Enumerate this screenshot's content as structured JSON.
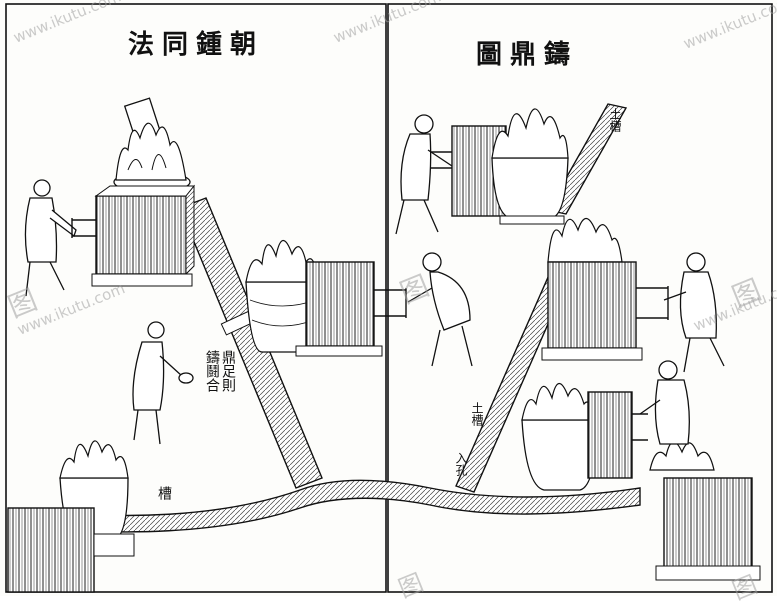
{
  "left_page": {
    "title": "法同鍾朝",
    "caption_cols": [
      "鼎足則",
      "鑄鬪合"
    ],
    "trough_label": "槽"
  },
  "right_page": {
    "title": "圖鼎鑄",
    "upper_label": "土槽",
    "lower_label_1": "土槽",
    "lower_label_2": "入孔"
  },
  "watermark": {
    "url_text": "www.ikutu.com",
    "logo_text": "图"
  },
  "colors": {
    "ink": "#1a1a1a",
    "paper": "#fdfdfb",
    "watermark": "#b0b0b0"
  }
}
